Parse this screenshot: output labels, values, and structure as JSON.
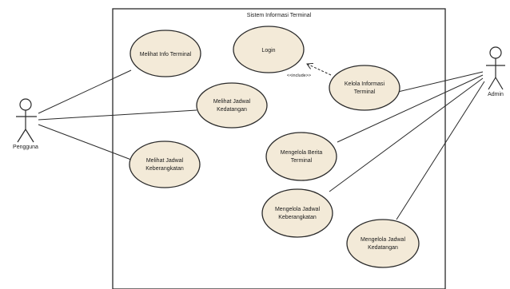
{
  "system": {
    "title": "Sistem Informasi Terminal"
  },
  "actors": {
    "left": {
      "label": "Pengguna"
    },
    "right": {
      "label": "Admin"
    }
  },
  "use_cases": [
    {
      "id": "lihat-info-terminal",
      "lines": [
        "Melihat Info Terminal"
      ]
    },
    {
      "id": "login",
      "lines": [
        "Login"
      ]
    },
    {
      "id": "kelola-terminal",
      "lines": [
        "Kelola Informasi",
        "Terminal"
      ]
    },
    {
      "id": "lihat-jadwal-kedatangan",
      "lines": [
        "Melihat Jadwal",
        "Kedatangan"
      ]
    },
    {
      "id": "lihat-jadwal-keberangkatan",
      "lines": [
        "Melihat Jadwal",
        "Keberangkatan"
      ]
    },
    {
      "id": "kelola-berita",
      "lines": [
        "Mengelola Berita",
        "Terminal"
      ]
    },
    {
      "id": "kelola-jadwal-keberangkatan",
      "lines": [
        "Mengelola Jadwal",
        "Keberangkatan"
      ]
    },
    {
      "id": "kelola-jadwal-kedatangan",
      "lines": [
        "Mengelola Jadwal",
        "Kedatangan"
      ]
    }
  ],
  "relations": {
    "include_label": "<<include>>"
  },
  "colors": {
    "usecase_fill": "#f3ead8",
    "usecase_stroke": "#2a2a2a",
    "line": "#2a2a2a",
    "boundary": "#2a2a2a"
  }
}
